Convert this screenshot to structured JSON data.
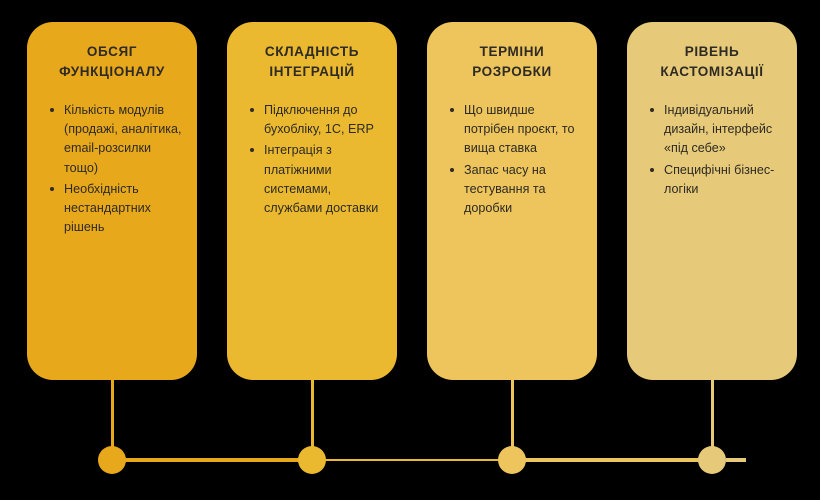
{
  "theme": {
    "background": "#000000",
    "text_color": "#2e2a24",
    "card_colors": [
      "#e8a81b",
      "#eab92f",
      "#edc55c",
      "#e6ca79"
    ],
    "connector_colors": [
      "#e8a81b",
      "#eab92f",
      "#edc55c",
      "#e6ca79"
    ]
  },
  "cards": [
    {
      "title": "ОБСЯГ ФУНКЦІОНАЛУ",
      "title_line1": "ОБСЯГ",
      "title_line2": "ФУНКЦІОНАЛУ",
      "items": [
        "Кількість модулів (продажі, аналітика, email-розсилки тощо)",
        "Необхідність нестандартних рішень"
      ]
    },
    {
      "title": "СКЛАДНІСТЬ ІНТЕГРАЦІЙ",
      "title_line1": "СКЛАДНІСТЬ",
      "title_line2": "ІНТЕГРАЦІЙ",
      "items": [
        "Підключення до бухобліку, 1С, ERP",
        "Інтеграція з платіжними системами, службами доставки"
      ]
    },
    {
      "title": "ТЕРМІНИ РОЗРОБКИ",
      "title_line1": "ТЕРМІНИ",
      "title_line2": "РОЗРОБКИ",
      "items": [
        "Що швидше потрібен проєкт, то вища ставка",
        "Запас часу на тестування та доробки"
      ]
    },
    {
      "title": "РІВЕНЬ КАСТОМІЗАЦІЇ",
      "title_line1": "РІВЕНЬ",
      "title_line2": "КАСТОМІЗАЦІЇ",
      "items": [
        "Індивідуальний дизайн, інтерфейс «під себе»",
        "Специфічні бізнес-логіки"
      ]
    }
  ],
  "timeline": {
    "node_count": 4,
    "nodes": [
      {
        "label": "node-1"
      },
      {
        "label": "node-2"
      },
      {
        "label": "node-3"
      },
      {
        "label": "node-4"
      }
    ],
    "segments": [
      {
        "style": "solid"
      },
      {
        "style": "dotted"
      },
      {
        "style": "solid"
      }
    ]
  }
}
